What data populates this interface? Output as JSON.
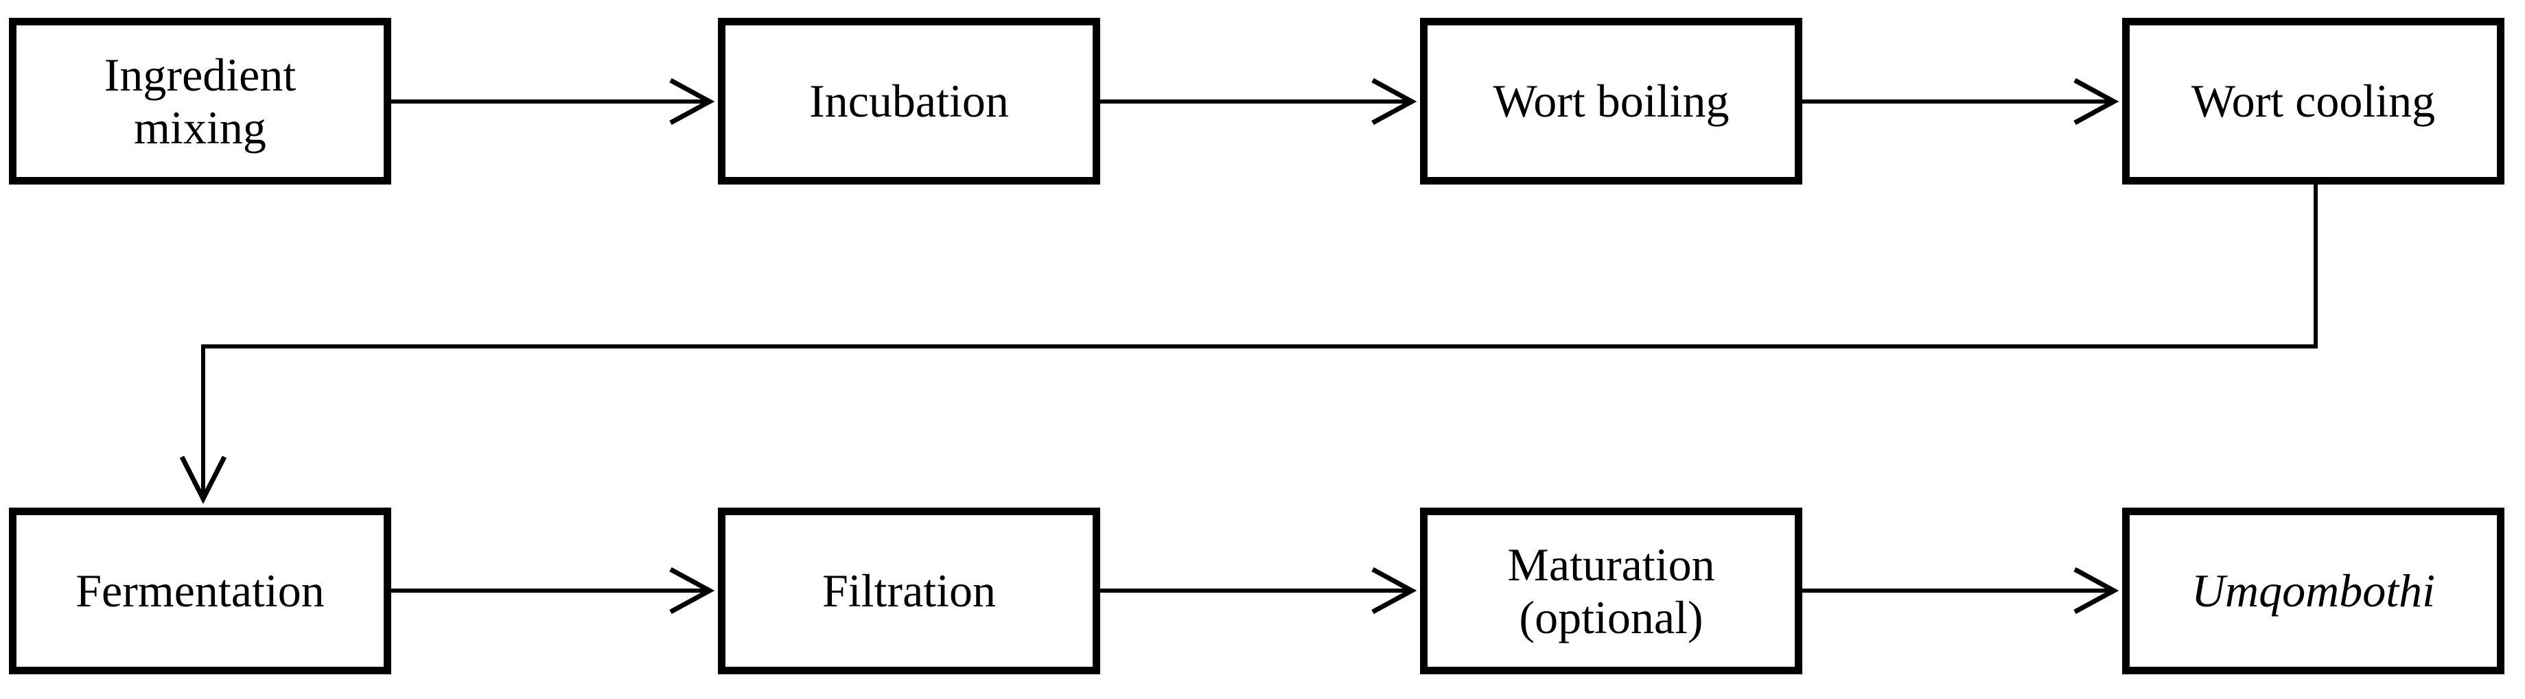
{
  "diagram": {
    "type": "flowchart",
    "colors": {
      "stroke": "#000000",
      "background": "#ffffff",
      "text": "#000000"
    },
    "nodes": [
      {
        "id": "ingredient-mixing",
        "label": "Ingredient\nmixing"
      },
      {
        "id": "incubation",
        "label": "Incubation"
      },
      {
        "id": "wort-boiling",
        "label": "Wort boiling"
      },
      {
        "id": "wort-cooling",
        "label": "Wort cooling"
      },
      {
        "id": "fermentation",
        "label": "Fermentation"
      },
      {
        "id": "filtration",
        "label": "Filtration"
      },
      {
        "id": "maturation",
        "label": "Maturation\n(optional)"
      },
      {
        "id": "umqombothi",
        "label": "Umqombothi",
        "italic": true
      }
    ],
    "edges": [
      {
        "from": "ingredient-mixing",
        "to": "incubation"
      },
      {
        "from": "incubation",
        "to": "wort-boiling"
      },
      {
        "from": "wort-boiling",
        "to": "wort-cooling"
      },
      {
        "from": "wort-cooling",
        "to": "fermentation"
      },
      {
        "from": "fermentation",
        "to": "filtration"
      },
      {
        "from": "filtration",
        "to": "maturation"
      },
      {
        "from": "maturation",
        "to": "umqombothi"
      }
    ]
  }
}
